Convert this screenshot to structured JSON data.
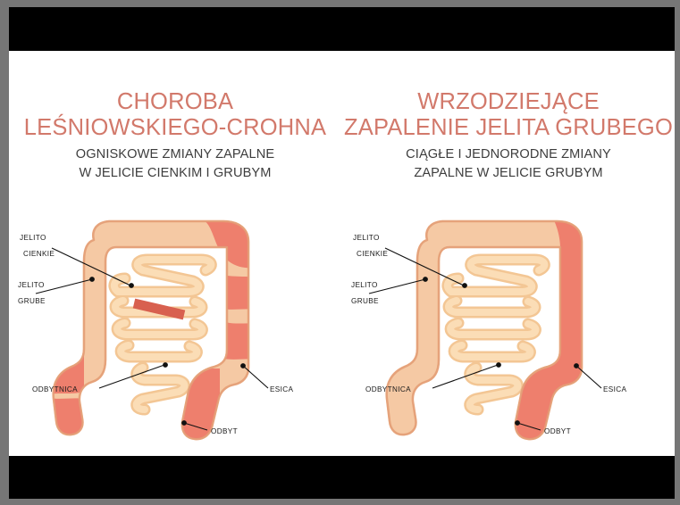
{
  "viewer": {
    "background_color": "#767676",
    "frame_color": "#000000",
    "slide_background": "#ffffff"
  },
  "colors": {
    "title": "#d2796b",
    "subtitle": "#3d3d3d",
    "label": "#1a1a1a",
    "colon_normal": "#f5c9a4",
    "colon_normal_stroke": "#eeb184",
    "colon_inflamed": "#ee7f6d",
    "colon_inflamed_stroke": "#df6d5b",
    "small_intestine": "#fbddb6",
    "small_intestine_stroke": "#f3c694",
    "lesion": "#d8604f",
    "leader_line": "#111111"
  },
  "panels": [
    {
      "id": "crohn",
      "title": "CHOROBA\nLEŚNIOWSKIEGO-CROHNA",
      "title_line1": "CHOROBA",
      "title_line2": "LEŚNIOWSKIEGO-CROHNA",
      "subtitle_line1": "OGNISKOWE ZMIANY ZAPALNE",
      "subtitle_line2": "W JELICIE CIENKIM I GRUBYM",
      "labels": {
        "small_intestine_line1": "JELITO",
        "small_intestine_line2": "CIENKIE",
        "large_intestine_line1": "JELITO",
        "large_intestine_line2": "GRUBE",
        "rectum": "ODBYTNICA",
        "sigmoid": "ESICA",
        "anus": "ODBYT"
      },
      "pattern": "patchy-skip-lesions",
      "inflamed_regions": [
        "transverse-colon-right",
        "descending-colon-segment-1",
        "descending-colon-segment-2",
        "cecum-ascending-patch",
        "sigmoid-rectum",
        "small-intestine-lesion"
      ]
    },
    {
      "id": "ulcerative-colitis",
      "title": "WRZODZIEJĄCE\nZAPALENIE JELITA GRUBEGO",
      "title_line1": "WRZODZIEJĄCE",
      "title_line2": "ZAPALENIE JELITA GRUBEGO",
      "subtitle_line1": "CIĄGŁE I JEDNORODNE ZMIANY",
      "subtitle_line2": "ZAPALNE W JELICIE GRUBYM",
      "labels": {
        "small_intestine_line1": "JELITO",
        "small_intestine_line2": "CIENKIE",
        "large_intestine_line1": "JELITO",
        "large_intestine_line2": "GRUBE",
        "rectum": "ODBYTNICA",
        "sigmoid": "ESICA",
        "anus": "ODBYT"
      },
      "pattern": "continuous-inflammation",
      "inflamed_regions": [
        "descending-colon-continuous",
        "sigmoid",
        "rectum",
        "anus"
      ]
    }
  ]
}
